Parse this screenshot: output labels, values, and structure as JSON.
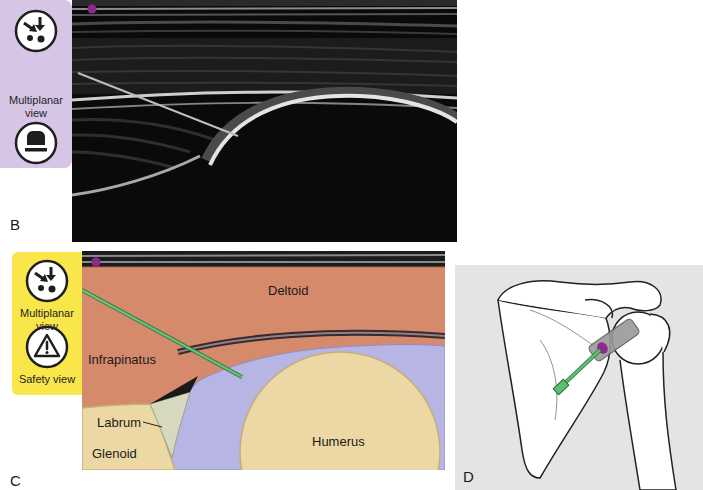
{
  "diagram": {
    "nodes": [
      {
        "text": [
          "Multiplanar view"
        ]
      },
      {
        "text": [
          "Multiplanar view",
          "Safety view"
        ]
      }
    ],
    "labels": [
      "B",
      "C",
      "Deltoid",
      "Infrapinatus",
      "Labrum",
      "Glenoid",
      "Humerus",
      "D"
    ]
  }
}
